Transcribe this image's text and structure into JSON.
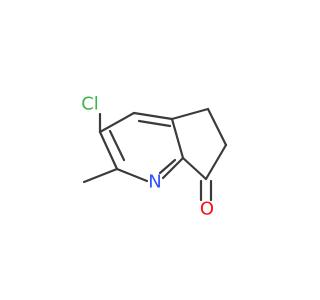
{
  "molecule": {
    "atoms": {
      "chlorine": {
        "label": "Cl",
        "color": "#3cb64a"
      },
      "nitrogen": {
        "label": "N",
        "color": "#3050f8"
      },
      "oxygen": {
        "label": "O",
        "color": "#ff0d0d"
      }
    },
    "bond_color": "#3b3b3b",
    "background": "#ffffff"
  }
}
